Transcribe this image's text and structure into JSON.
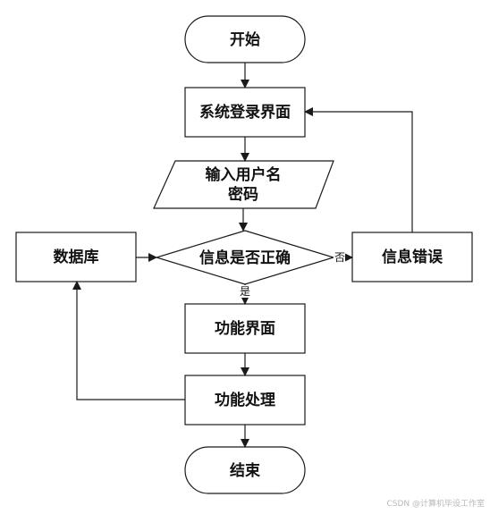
{
  "nodes": {
    "start": "开始",
    "login": "系统登录界面",
    "input_line1": "输入用户名",
    "input_line2": "密码",
    "check": "信息是否正确",
    "database": "数据库",
    "error": "信息错误",
    "func_ui": "功能界面",
    "func_process": "功能处理",
    "end": "结束"
  },
  "edge_labels": {
    "no": "否",
    "yes": "是"
  },
  "watermark": "CSDN @计算机毕设工作室"
}
